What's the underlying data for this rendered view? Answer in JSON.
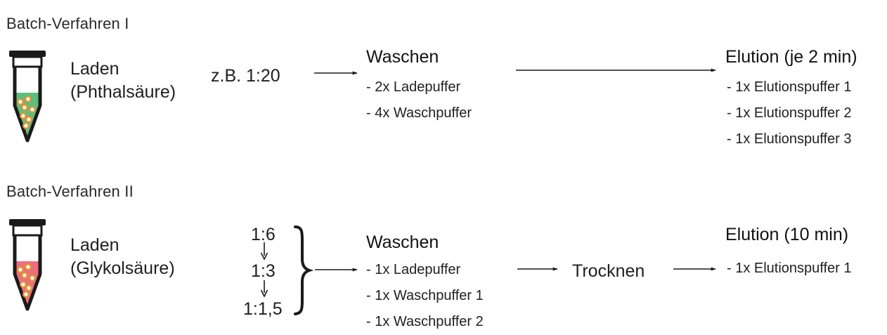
{
  "colors": {
    "tube_green": "#5cbe7f",
    "tube_pink": "#e86f7e",
    "bead_orange": "#e7922f",
    "line": "#1a1a1a"
  },
  "batch1": {
    "title": "Batch-Verfahren I",
    "load_label": "Laden",
    "load_acid": "(Phthalsäure)",
    "ratio": "z.B. 1:20",
    "wash_title": "Waschen",
    "wash_steps": [
      "- 2x Ladepuffer",
      "- 4x Waschpuffer"
    ],
    "elution_title": "Elution (je 2 min)",
    "elution_steps": [
      "- 1x Elutionspuffer 1",
      "- 1x Elutionspuffer 2",
      "- 1x Elutionspuffer 3"
    ]
  },
  "batch2": {
    "title": "Batch-Verfahren II",
    "load_label": "Laden",
    "load_acid": "(Glykolsäure)",
    "ratios": [
      "1:6",
      "1:3",
      "1:1,5"
    ],
    "wash_title": "Waschen",
    "wash_steps": [
      "- 1x Ladepuffer",
      "- 1x Waschpuffer 1",
      "- 1x Waschpuffer 2"
    ],
    "dry_label": "Trocknen",
    "elution_title": "Elution (10 min)",
    "elution_steps": [
      "- 1x Elutionspuffer 1"
    ]
  }
}
